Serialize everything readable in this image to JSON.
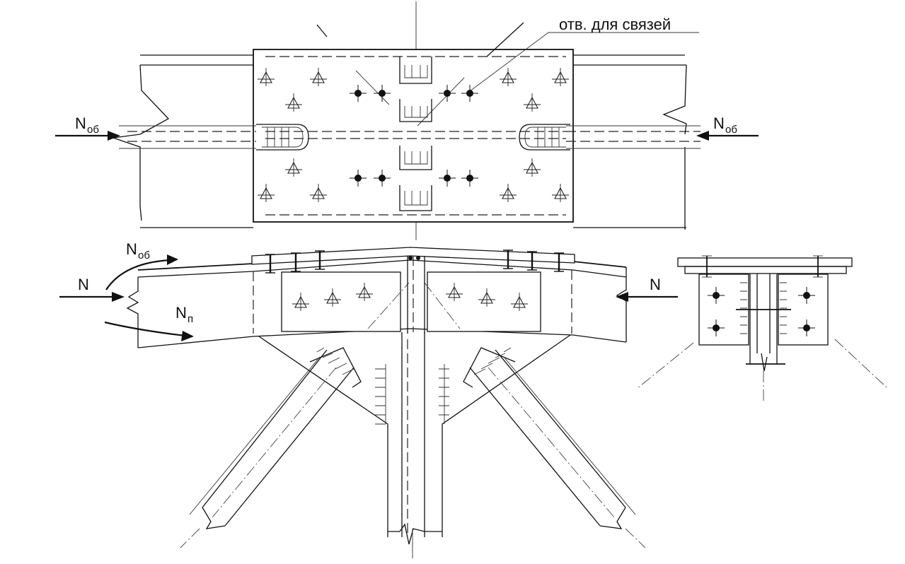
{
  "annotations": {
    "holes_for_bracing": "отв. для связей"
  },
  "forces": {
    "N_ob_main": "N",
    "N_ob_sub": "об",
    "N_main": "N",
    "N_p_main": "N",
    "N_p_sub": "п"
  }
}
